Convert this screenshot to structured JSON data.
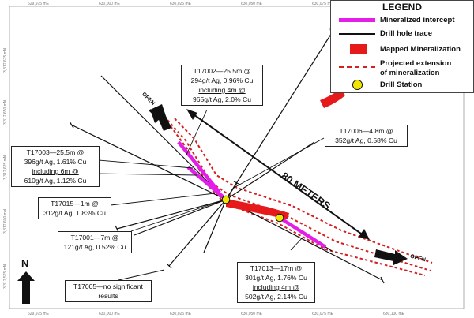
{
  "legend": {
    "title": "LEGEND",
    "items": [
      {
        "label": "Mineralized intercept",
        "color": "#e21ee8"
      },
      {
        "label": "Drill hole trace",
        "color": "#111111"
      },
      {
        "label": "Mapped Mineralization",
        "color": "#e61a1a"
      },
      {
        "label_line1": "Projected extension",
        "label_line2": "of mineralization",
        "color": "#d42020"
      },
      {
        "label": "Drill Station",
        "color": "#f2e600"
      }
    ]
  },
  "grid": {
    "top_ticks": [
      "629,975 mE",
      "630,000 mE",
      "630,025 mE",
      "630,050 mE",
      "630,075 mE"
    ],
    "bottom_ticks": [
      "629,975 mE",
      "630,000 mE",
      "630,025 mE",
      "630,050 mE",
      "630,075 mE",
      "630,100 mE"
    ],
    "left_ticks": [
      "3,317,675 mN",
      "3,317,650 mN",
      "3,317,625 mN",
      "3,317,600 mN",
      "3,317,575 mN"
    ]
  },
  "scale_label": "80 METERS",
  "north_label": "N",
  "open_labels": [
    "OPEN",
    "OPEN"
  ],
  "callouts": [
    {
      "id": "t17002",
      "line1": "T17002—25.5m @",
      "line2": "294g/t Ag, 0.96% Cu",
      "line3": "including 4m @",
      "line4": "965g/t Ag, 2.0% Cu"
    },
    {
      "id": "t17006",
      "line1": "T17006—4.8m @",
      "line2": "352g/t Ag, 0.58% Cu"
    },
    {
      "id": "t17003",
      "line1": "T17003—25.5m @",
      "line2": "396g/t Ag, 1.61% Cu",
      "line3": "including 6m @",
      "line4": "610g/t Ag, 1.12% Cu"
    },
    {
      "id": "t17015",
      "line1": "T17015—1m @",
      "line2": "312g/t Ag, 1.83% Cu"
    },
    {
      "id": "t17001",
      "line1": "T17001—7m @",
      "line2": "121g/t Ag, 0.52% Cu"
    },
    {
      "id": "t17005",
      "line1": "T17005—no significant",
      "line2": "results"
    },
    {
      "id": "t17013",
      "line1": "T17013—17m @",
      "line2": "301g/t Ag, 1.76% Cu",
      "line3": "including 4m @",
      "line4": "502g/t Ag, 2.14% Cu"
    }
  ]
}
